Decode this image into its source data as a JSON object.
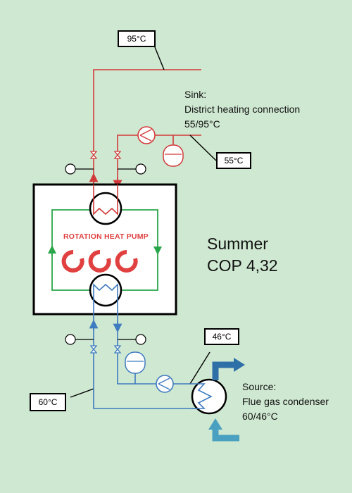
{
  "labels": {
    "sink_temp_top": "95°C",
    "sink_return_temp": "55°C",
    "source_out_temp": "46°C",
    "source_in_temp": "60°C",
    "sink_heading": "Sink:",
    "sink_desc": "District heating connection",
    "sink_range": "55/95°C",
    "season": "Summer",
    "cop": "COP 4,32",
    "heat_pump_title": "ROTATION HEAT PUMP",
    "source_heading": "Source:",
    "source_desc": "Flue gas condenser",
    "source_range": "60/46°C"
  },
  "colors": {
    "background": "#cfe8d1",
    "hot_loop": "#d23a3a",
    "cold_loop": "#3f7bc0",
    "internal_loop": "#2aa64a",
    "flue_gas_arrow": "#2f7fb8",
    "heat_pump_accent": "#e04040"
  }
}
